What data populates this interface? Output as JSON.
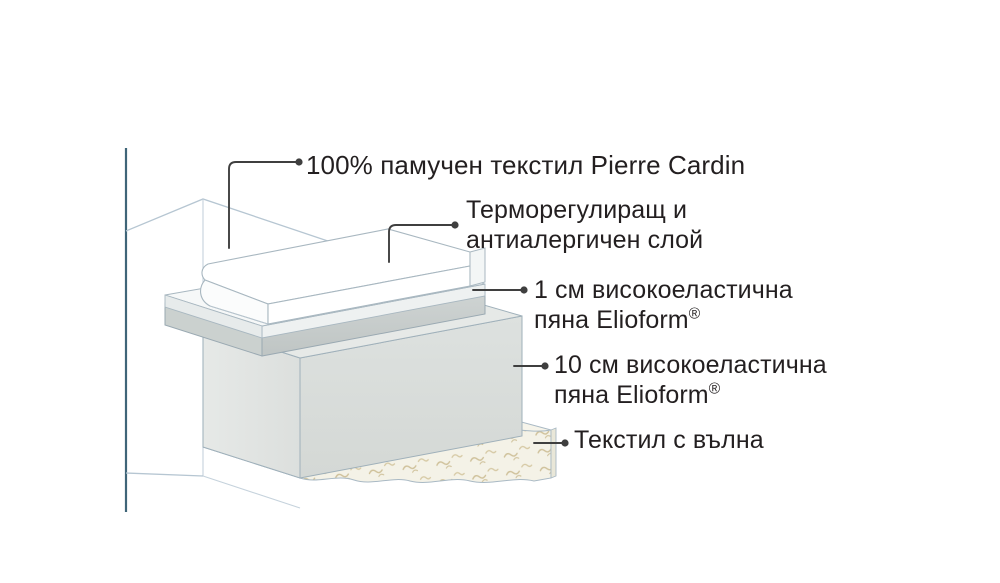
{
  "diagram": {
    "title": "Mattress layer cutaway diagram",
    "subject": "Pierre Cardin mattress cross-section",
    "background_color": "#ffffff",
    "text_color": "#231f20",
    "leader_line_color": "#3f3f3f",
    "outline_color": "#9fb3c0",
    "headboard_line_color": "#3f6578"
  },
  "labels": [
    {
      "id": "cotton-textile",
      "line1": "100% памучен текстил Pierre Cardin",
      "line2": "",
      "reg": false
    },
    {
      "id": "thermo-layer",
      "line1": "Терморегулиращ и",
      "line2": "антиалергичен слой",
      "reg": false
    },
    {
      "id": "foam-1cm",
      "line1": "1 см високоеластична",
      "line2": "пяна Elioform",
      "reg": true,
      "reg_symbol": "®"
    },
    {
      "id": "foam-10cm",
      "line1": "10 см високоеластична",
      "line2": "пяна Elioform",
      "reg": true,
      "reg_symbol": "®"
    },
    {
      "id": "wool-textile",
      "line1": "Текстил с вълна",
      "line2": "",
      "reg": false
    }
  ],
  "layers": [
    {
      "name": "cotton-textile-cover",
      "label": "100% памучен текстил Pierre Cardin",
      "fill_top": "#ffffff",
      "fill_side": "#fdfdfd",
      "thickness_hint": "cover"
    },
    {
      "name": "thermoregulating-antiallergic-layer",
      "label": "Терморегулиращ и антиалергичен слой",
      "fill_top": "#f4f6f6",
      "fill_side": "#e9ecec",
      "thickness_hint": "thin"
    },
    {
      "name": "foam-layer-1cm",
      "label": "1 см високоеластична пяна Elioform®",
      "value": "1 см",
      "fill_top": "#d2d6d5",
      "fill_side": "#c2c7c6",
      "thickness_hint": "1 cm"
    },
    {
      "name": "foam-layer-10cm",
      "label": "10 см високоеластична пяна Elioform®",
      "value": "10 см",
      "fill_top": "#e3e6e4",
      "fill_side": "#d6dad7",
      "thickness_hint": "10 cm"
    },
    {
      "name": "wool-textile-base",
      "label": "Текстил с вълна",
      "fill_top": "#f3f1e6",
      "fill_side": "#ecead9",
      "fleck_color": "#cfc19a",
      "thickness_hint": "base"
    }
  ]
}
